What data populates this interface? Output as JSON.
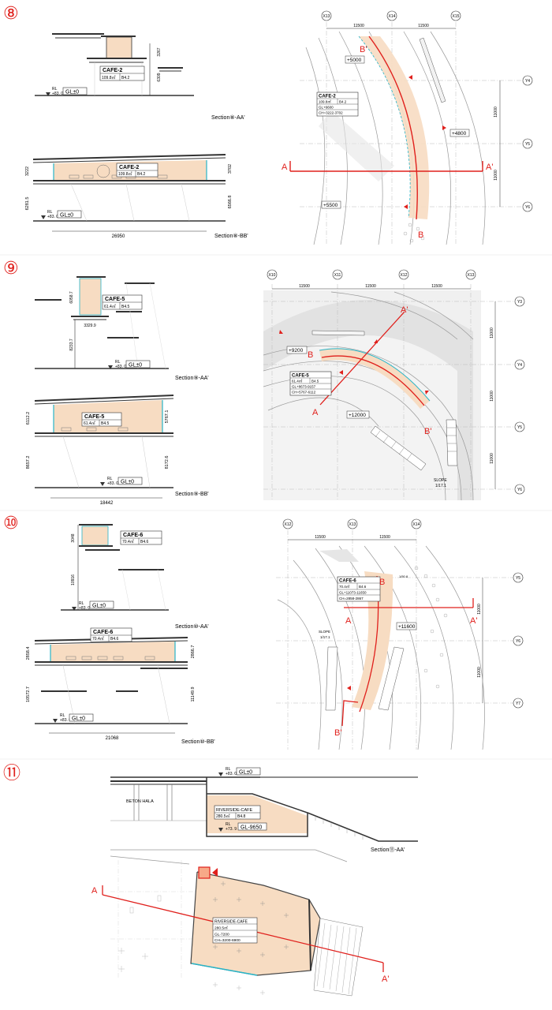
{
  "sheet": {
    "ground_label": "GL±0",
    "rl_label": "RL",
    "rl_value": "+83. 0"
  },
  "panels": [
    {
      "number": "⑧",
      "section_aa": "Section⑧-AA'",
      "section_bb": "Section⑧-BB'",
      "room": {
        "name": "CAFE-2",
        "area": "109.8㎡",
        "code": "B4.2",
        "gl": "GL+6600",
        "ch": "CH=3222-3702"
      },
      "dims": {
        "aa_v1": "3267",
        "aa_v2": "6309",
        "bb_left1": "3222",
        "bb_left2": "6281.5",
        "bb_right1": "3702",
        "bb_right2": "6566.8",
        "bb_width": "26950"
      },
      "grid_x": [
        "X13",
        "X14",
        "X15"
      ],
      "grid_y": [
        "Y4",
        "Y5",
        "Y6"
      ],
      "grid_x_spacing": [
        "11500",
        "11500"
      ],
      "grid_y_spacing": [
        "11000",
        "11000"
      ],
      "levels": [
        "+5000",
        "+4800",
        "+5500"
      ],
      "cut_marks": {
        "a": "A",
        "a2": "A'",
        "b": "B",
        "b2": "B'"
      }
    },
    {
      "number": "⑨",
      "section_aa": "Section⑨-AA'",
      "section_bb": "Section⑨-BB'",
      "room": {
        "name": "CAFE-5",
        "area": "61.4㎡",
        "code": "B4.5",
        "gl": "GL+8673-9157",
        "ch": "CH=5767-6112"
      },
      "dims": {
        "aa_v1": "6058.7",
        "aa_v2": "8233.7",
        "aa_h": "3329.9",
        "bb_left1": "6112.2",
        "bb_left2": "8657.2",
        "bb_right1": "5767.1",
        "bb_right2": "8172.6",
        "bb_width": "18442"
      },
      "grid_x": [
        "X10",
        "X11",
        "X12",
        "X13"
      ],
      "grid_y": [
        "Y3",
        "Y4",
        "Y5",
        "Y6"
      ],
      "grid_x_spacing": [
        "11500",
        "11500",
        "11500"
      ],
      "grid_y_spacing": [
        "11000",
        "11000",
        "11000"
      ],
      "levels": [
        "+9200",
        "+12000"
      ],
      "slope": "SLOPE",
      "slope_ratio": "1/17.1",
      "cut_marks": {
        "a": "A",
        "a2": "A'",
        "b": "B",
        "b2": "B'"
      }
    },
    {
      "number": "⑩",
      "section_aa": "Section⑩-AA'",
      "section_bb": "Section⑩-BB'",
      "room": {
        "name": "CAFE-6",
        "area": "70.4㎡",
        "code": "B4.6",
        "gl": "GL+11073-11650",
        "ch": "CH=2858-2867"
      },
      "dims": {
        "aa_v1": "3048",
        "aa_v2": "10916",
        "bb_left1": "2858.4",
        "bb_left2": "10572.7",
        "bb_right1": "2866.7",
        "bb_right2": "11149.9",
        "bb_width": "21068"
      },
      "grid_x": [
        "X12",
        "X13",
        "X14"
      ],
      "grid_y": [
        "Y5",
        "Y6",
        "Y7"
      ],
      "grid_x_spacing": [
        "11500",
        "11500"
      ],
      "grid_y_spacing": [
        "11000",
        "11000"
      ],
      "levels": [
        "+11600"
      ],
      "slope": "SLOPE",
      "slope_ratio": "1/17.1",
      "dim_small": "1/50.8",
      "cut_marks": {
        "a": "A",
        "a2": "A'",
        "b": "B",
        "b2": "B'"
      }
    },
    {
      "number": "⑪",
      "section_aa": "Section⑪-AA'",
      "room": {
        "name": "RIVERSIDE-CAFE",
        "area": "280.5㎡",
        "code": "B4.8",
        "gl": "GL-7200",
        "ch": "CH=3200-6900"
      },
      "hall": "BETON HALA",
      "lower_gl": "GL-9650",
      "lower_rl": "+73. 9",
      "cut_marks": {
        "a": "A",
        "a2": "A'"
      }
    }
  ],
  "colors": {
    "cafe_fill": "#f7dcc2",
    "cut_red": "#e0201c",
    "cyan": "#28b5c8",
    "line": "#333333",
    "light": "#bbbbbb",
    "panel_gray": "#ececec"
  }
}
